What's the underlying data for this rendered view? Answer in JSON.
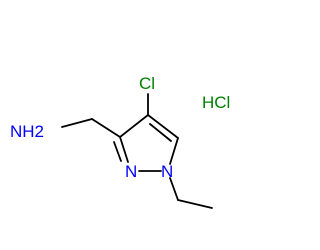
{
  "molecule": {
    "atoms": {
      "amine": "NH2",
      "amine_main": "N",
      "amine_h2": "H2",
      "chlorine": "Cl",
      "ring_n2": "N",
      "ring_n1": "N"
    },
    "salt": "HCl"
  },
  "colors": {
    "bond": "#000000",
    "nitrogen": "#0000ff",
    "chlorine": "#008000",
    "salt": "#008000"
  }
}
